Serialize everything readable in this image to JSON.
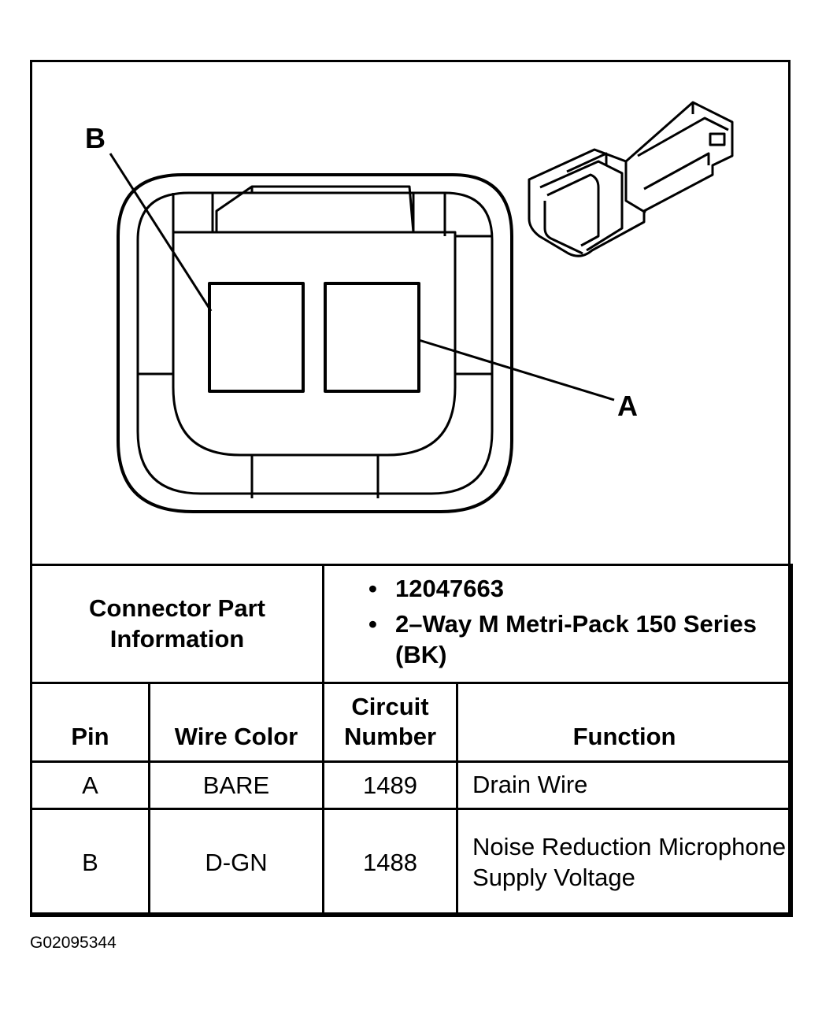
{
  "diagram": {
    "callout_b": "B",
    "callout_a": "A"
  },
  "connector_info": {
    "label": "Connector Part Information",
    "items": [
      "12047663",
      "2–Way M Metri-Pack 150 Series (BK)"
    ]
  },
  "pin_table": {
    "headers": {
      "pin": "Pin",
      "wire_color": "Wire Color",
      "circuit_number": "Circuit Number",
      "function": "Function"
    },
    "rows": [
      {
        "pin": "A",
        "wire_color": "BARE",
        "circuit_number": "1489",
        "function": "Drain Wire"
      },
      {
        "pin": "B",
        "wire_color": "D-GN",
        "circuit_number": "1488",
        "function": "Noise Reduction Microphone Supply Voltage"
      }
    ]
  },
  "figure_id": "G02095344"
}
